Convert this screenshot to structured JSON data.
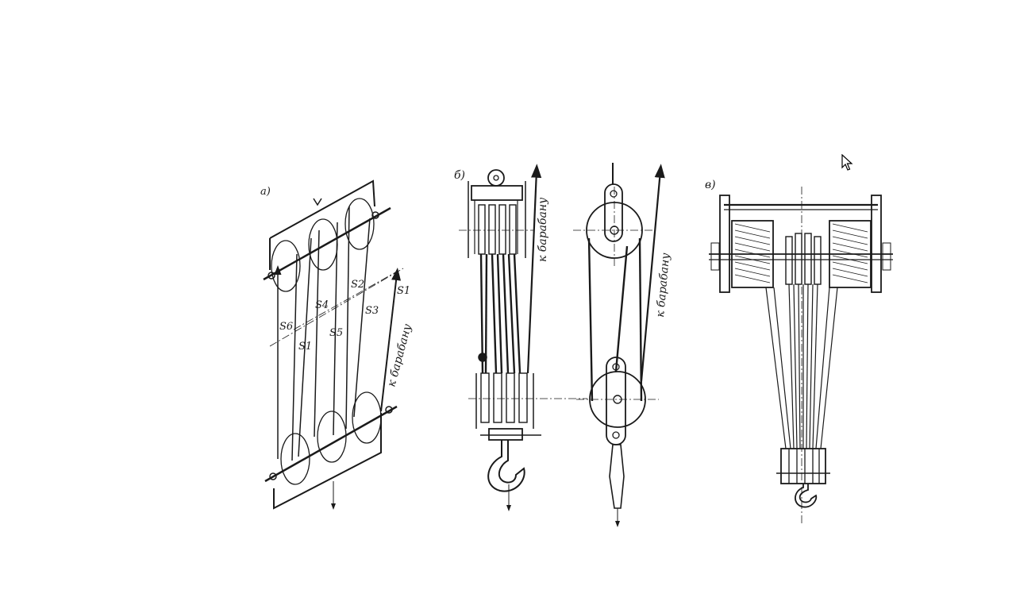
{
  "figure": {
    "panel_a": {
      "letter": "а)",
      "to_drum": "к барабану",
      "forces": [
        "S1",
        "S2",
        "S3",
        "S4",
        "S5",
        "S6",
        "S1"
      ]
    },
    "panel_b": {
      "letter": "б)",
      "to_drum_left": "к барабану",
      "to_drum_right": "к барабану"
    },
    "panel_v": {
      "letter": "в)"
    }
  },
  "ink_color": "#1a1a1a",
  "cursor_icon": "mouse-pointer-icon"
}
